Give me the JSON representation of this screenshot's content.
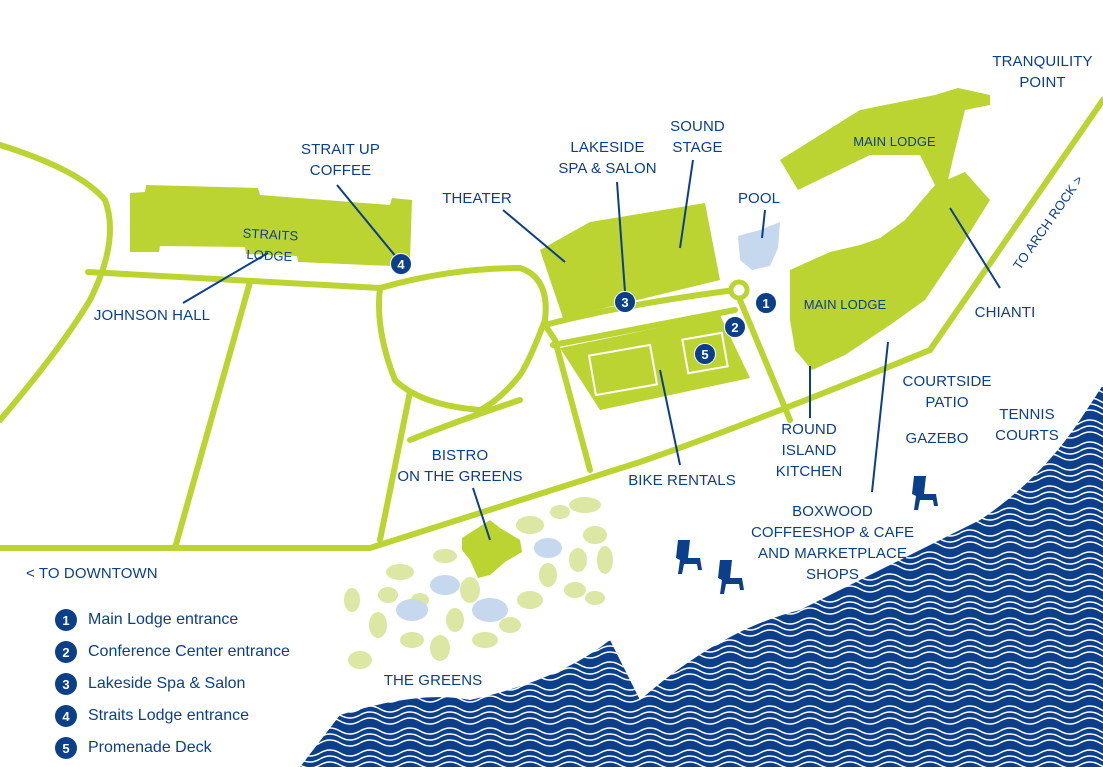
{
  "colors": {
    "green": "#bcd431",
    "green_light": "#dbe7a2",
    "navy": "#0b3f8a",
    "pool": "#c5d8ee",
    "water_bg": "#ffffff"
  },
  "labels": {
    "tranquility_point": "TRANQUILITY\nPOINT",
    "main_lodge_north": "MAIN LODGE",
    "main_lodge": "MAIN LODGE",
    "sound_stage": "SOUND\nSTAGE",
    "lakeside_spa": "LAKESIDE\nSPA & SALON",
    "strait_up_coffee": "STRAIT UP\nCOFFEE",
    "theater": "THEATER",
    "pool": "POOL",
    "straits_lodge": "STRAITS LODGE",
    "johnson_hall": "JOHNSON HALL",
    "chianti": "CHIANTI",
    "to_arch_rock": "TO ARCH ROCK >",
    "courtside_patio": "COURTSIDE\nPATIO",
    "tennis_courts": "TENNIS\nCOURTS",
    "gazebo": "GAZEBO",
    "round_island_kitchen": "ROUND\nISLAND\nKITCHEN",
    "bistro": "BISTRO\nON THE GREENS",
    "bike_rentals": "BIKE RENTALS",
    "boxwood": "BOXWOOD\nCOFFEESHOP & CAFE\nAND MARKETPLACE\nSHOPS",
    "to_downtown": "< TO DOWNTOWN",
    "the_greens": "THE GREENS"
  },
  "markers": [
    "1",
    "2",
    "3",
    "4",
    "5"
  ],
  "legend": [
    {
      "num": "1",
      "text": "Main Lodge entrance"
    },
    {
      "num": "2",
      "text": "Conference Center entrance"
    },
    {
      "num": "3",
      "text": "Lakeside Spa & Salon"
    },
    {
      "num": "4",
      "text": "Straits Lodge entrance"
    },
    {
      "num": "5",
      "text": "Promenade Deck"
    }
  ]
}
